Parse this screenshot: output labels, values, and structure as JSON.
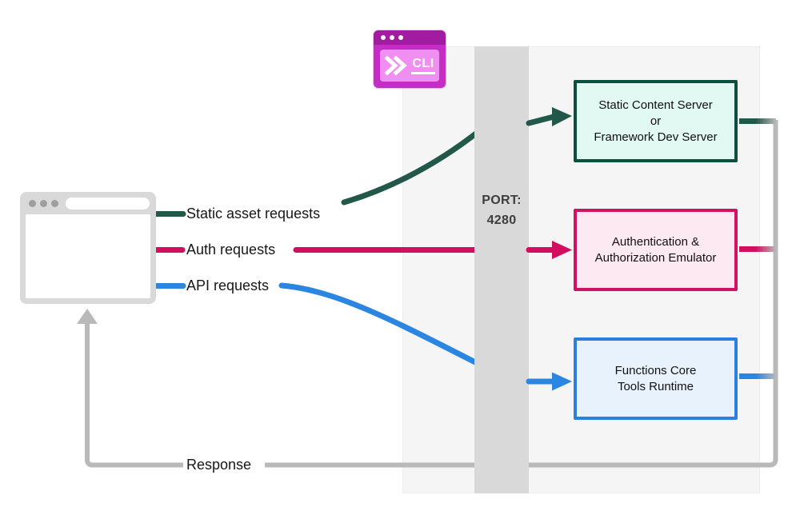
{
  "diagram": {
    "labels": {
      "static_requests": "Static asset requests",
      "auth_requests": "Auth requests",
      "api_requests": "API requests",
      "response": "Response"
    },
    "port": {
      "label": "PORT:",
      "number": "4280"
    },
    "cli_badge": {
      "label": "CLI"
    },
    "boxes": [
      {
        "name": "static-content-server",
        "lines": [
          "Static Content Server",
          "or",
          "Framework Dev Server"
        ],
        "border_color": "#0e4e3f",
        "bg_color": "#e1f9f2"
      },
      {
        "name": "auth-emulator",
        "lines": [
          "Authentication &",
          "Authorization Emulator"
        ],
        "border_color": "#d01261",
        "bg_color": "#fce9f1"
      },
      {
        "name": "functions-core-tools",
        "lines": [
          "Functions Core",
          "Tools Runtime"
        ],
        "border_color": "#2a7fe0",
        "bg_color": "#e8f2fc"
      }
    ],
    "colors": {
      "static_line": "#215849",
      "auth_line": "#d10f5e",
      "api_line": "#2a86e0",
      "response_line": "#b9b9b9",
      "port_bar": "#d9d9d9",
      "panel_bg": "#f5f5f5",
      "cli_titlebar": "#a21ca2",
      "cli_body": "#c42ec4",
      "cli_screen": "#f18ef1",
      "browser_frame": "#d9d9d9",
      "port_text": "#3d3d3d",
      "label_text": "#171717"
    }
  }
}
